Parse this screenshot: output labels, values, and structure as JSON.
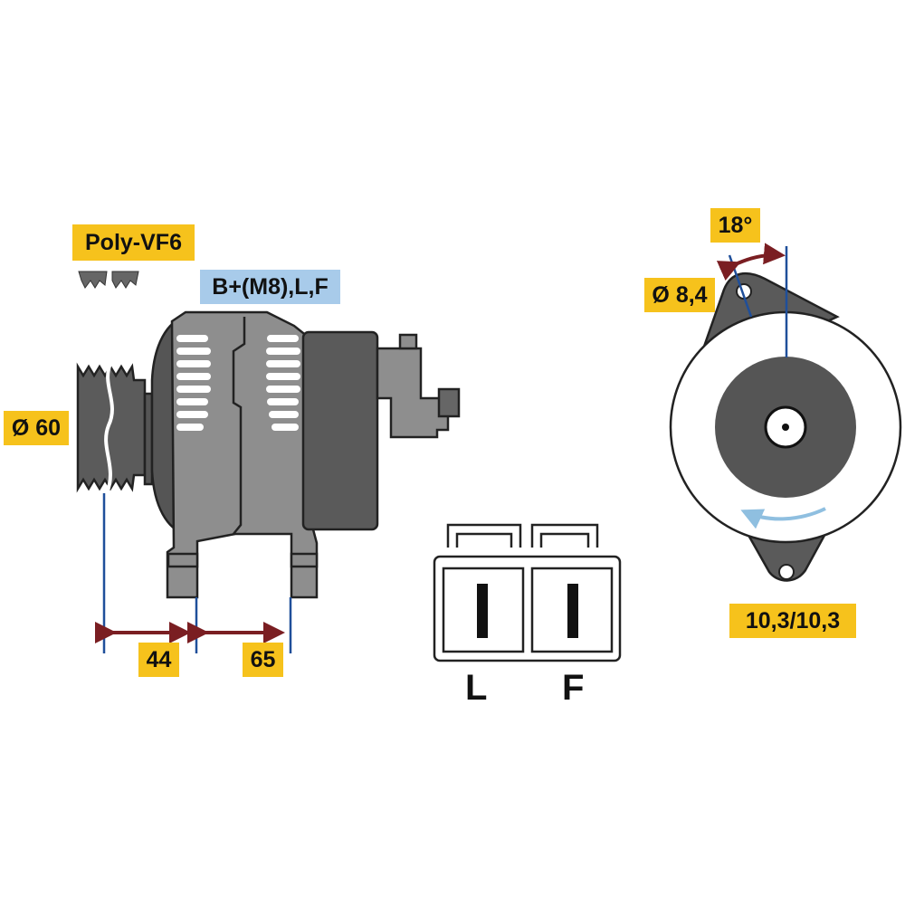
{
  "labels": {
    "belt_type": "Poly-VF6",
    "terminals": "B+(M8),L,F",
    "pulley_diameter": "Ø 60",
    "dim_pulley_to_mount": "44",
    "dim_mount_spacing": "65",
    "mount_angle": "18°",
    "hole_diameter": "Ø 8,4",
    "hole_sizes": "10,3/10,3"
  },
  "connector": {
    "pins": [
      "L",
      "F"
    ]
  },
  "colors": {
    "label_yellow": "#f6c21c",
    "label_blue": "#a8cbea",
    "dimension_line": "#1f4f9a",
    "dimension_arrow": "#7a1e22",
    "rotation_arrow": "#8fbfe0",
    "housing_gray": "#8e8e8e",
    "dark_gray": "#5a5a5a"
  }
}
